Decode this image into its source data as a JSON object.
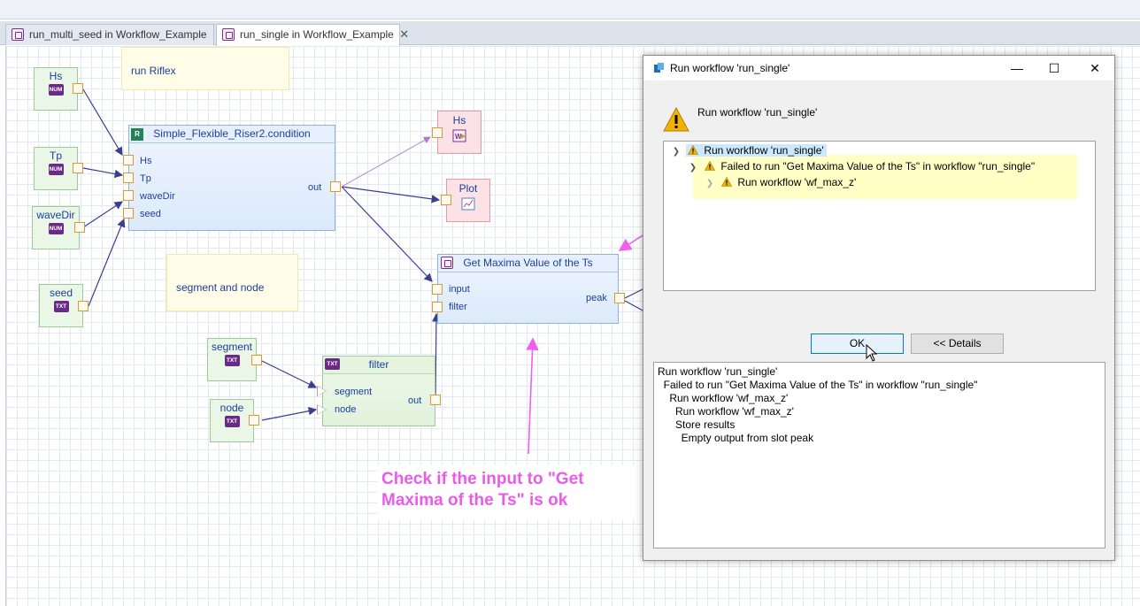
{
  "tabs": [
    {
      "label": "run_multi_seed in Workflow_Example",
      "active": false
    },
    {
      "label": "run_single in Workflow_Example",
      "active": true,
      "close": "✕"
    }
  ],
  "inputs": {
    "hs": {
      "label": "Hs",
      "badge": "NUM"
    },
    "tp": {
      "label": "Tp",
      "badge": "NUM"
    },
    "wavedir": {
      "label": "waveDir",
      "badge": "NUM"
    },
    "seed": {
      "label": "seed",
      "badge": "TXT"
    },
    "segment": {
      "label": "segment",
      "badge": "TXT"
    },
    "node": {
      "label": "node",
      "badge": "TXT"
    }
  },
  "notes": {
    "run_riflex": "run Riflex",
    "segment_and_node": "segment and node"
  },
  "condition_block": {
    "title": "Simple_Flexible_Riser2.condition",
    "icon": "R",
    "inputs": [
      "Hs",
      "Tp",
      "waveDir",
      "seed"
    ],
    "output": "out"
  },
  "outputs": {
    "hs": {
      "label": "Hs"
    },
    "plot": {
      "label": "Plot"
    }
  },
  "maxima_block": {
    "title": "Get Maxima Value of the Ts",
    "inputs": [
      "input",
      "filter"
    ],
    "output": "peak"
  },
  "filter_block": {
    "title": "filter",
    "badge": "TXT",
    "inputs": [
      "segment",
      "node"
    ],
    "output": "out"
  },
  "callout": {
    "line1": "Check if the input to \"Get",
    "line2": "Maxima of the Ts\" is ok"
  },
  "dialog": {
    "title": "Run workflow 'run_single'",
    "message": "Run workflow 'run_single'",
    "tree": [
      {
        "label": "Run workflow 'run_single'",
        "level": 0,
        "expanded": true
      },
      {
        "label": "Failed to run \"Get Maxima Value of the Ts\" in workflow \"run_single\"",
        "level": 1,
        "expanded": true
      },
      {
        "label": "Run workflow 'wf_max_z'",
        "level": 2,
        "expanded": false
      }
    ],
    "ok_label": "OK",
    "details_label": "<< Details",
    "details_lines": [
      "Run workflow 'run_single'",
      "  Failed to run \"Get Maxima Value of the Ts\" in workflow \"run_single\"",
      "    Run workflow 'wf_max_z'",
      "      Run workflow 'wf_max_z'",
      "      Store results",
      "        Empty output from slot peak"
    ],
    "controls": {
      "minimize": "—",
      "maximize": "☐",
      "close": "✕"
    }
  },
  "colors": {
    "accent": "#1a3f9e",
    "annotation": "#ea5bea",
    "input_node_bg": "#eaf6e6",
    "output_node_bg": "#fbe2e6",
    "warning": "#f2b300"
  }
}
